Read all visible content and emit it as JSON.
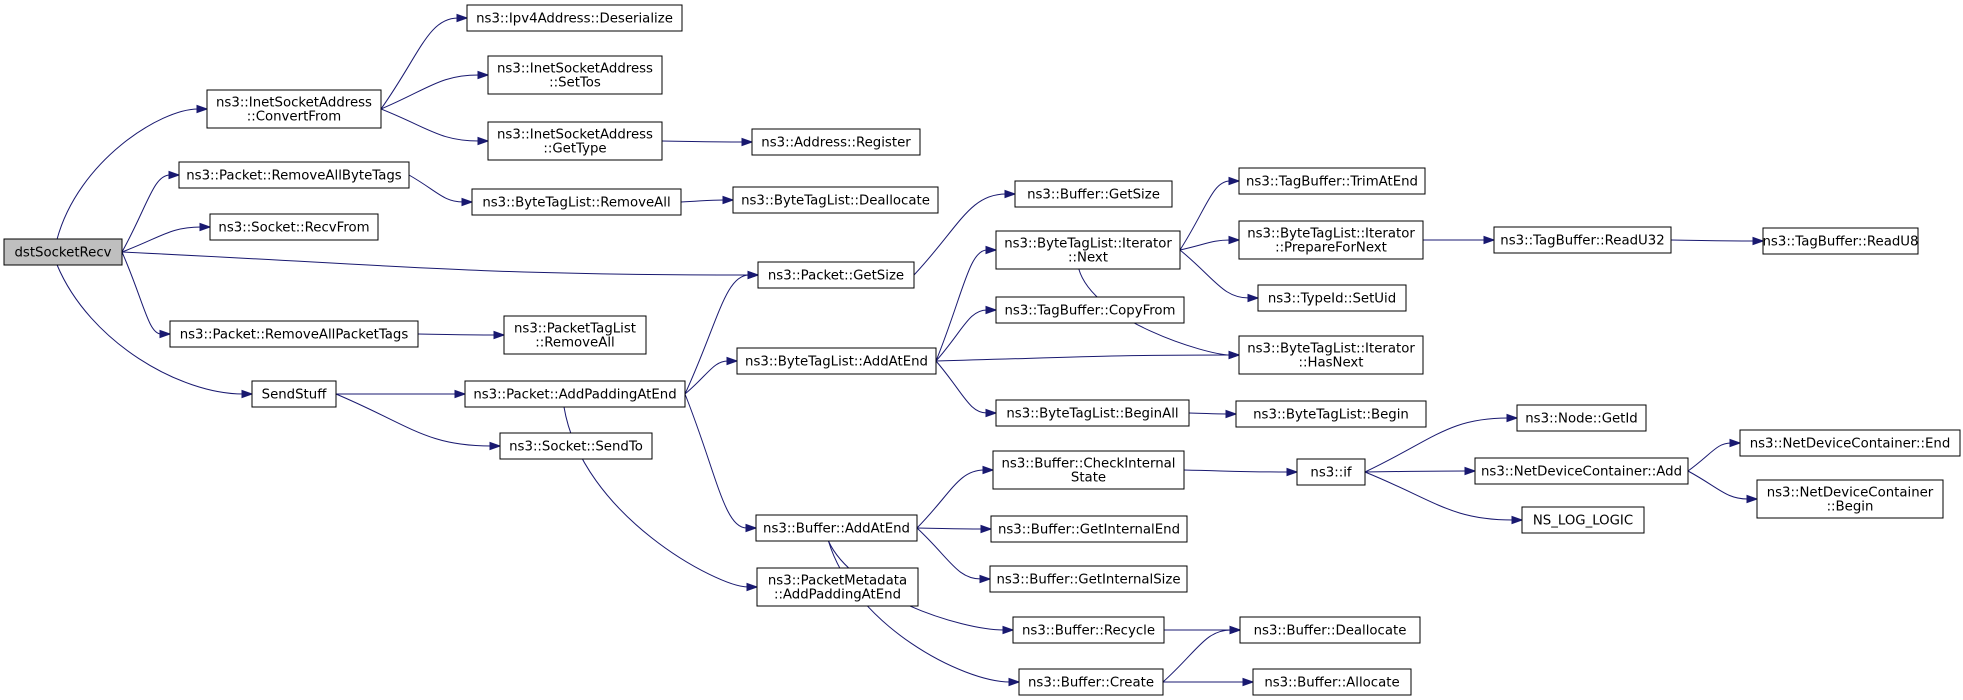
{
  "diagram": {
    "nodes": [
      {
        "id": "dstSocketRecv",
        "lines": [
          "dstSocketRecv"
        ],
        "root": true
      },
      {
        "id": "convertFrom",
        "lines": [
          "ns3::InetSocketAddress",
          "::ConvertFrom"
        ]
      },
      {
        "id": "removeAllByteTags",
        "lines": [
          "ns3::Packet::RemoveAllByteTags"
        ]
      },
      {
        "id": "recvFrom",
        "lines": [
          "ns3::Socket::RecvFrom"
        ]
      },
      {
        "id": "removeAllPacketTags",
        "lines": [
          "ns3::Packet::RemoveAllPacketTags"
        ]
      },
      {
        "id": "sendStuff",
        "lines": [
          "SendStuff"
        ]
      },
      {
        "id": "ipv4Deserialize",
        "lines": [
          "ns3::Ipv4Address::Deserialize"
        ]
      },
      {
        "id": "setTos",
        "lines": [
          "ns3::InetSocketAddress",
          "::SetTos"
        ]
      },
      {
        "id": "getType",
        "lines": [
          "ns3::InetSocketAddress",
          "::GetType"
        ]
      },
      {
        "id": "addressRegister",
        "lines": [
          "ns3::Address::Register"
        ]
      },
      {
        "id": "byteTagListRemoveAll",
        "lines": [
          "ns3::ByteTagList::RemoveAll"
        ]
      },
      {
        "id": "byteTagListDeallocate",
        "lines": [
          "ns3::ByteTagList::Deallocate"
        ]
      },
      {
        "id": "packetGetSize",
        "lines": [
          "ns3::Packet::GetSize"
        ]
      },
      {
        "id": "packetTagListRemoveAll",
        "lines": [
          "ns3::PacketTagList",
          "::RemoveAll"
        ]
      },
      {
        "id": "addPaddingAtEnd",
        "lines": [
          "ns3::Packet::AddPaddingAtEnd"
        ]
      },
      {
        "id": "socketSendTo",
        "lines": [
          "ns3::Socket::SendTo"
        ]
      },
      {
        "id": "bufferGetSize",
        "lines": [
          "ns3::Buffer::GetSize"
        ]
      },
      {
        "id": "iteratorNext",
        "lines": [
          "ns3::ByteTagList::Iterator",
          "::Next"
        ]
      },
      {
        "id": "tagBufferCopyFrom",
        "lines": [
          "ns3::TagBuffer::CopyFrom"
        ]
      },
      {
        "id": "byteTagListAddAtEnd",
        "lines": [
          "ns3::ByteTagList::AddAtEnd"
        ]
      },
      {
        "id": "byteTagListBeginAll",
        "lines": [
          "ns3::ByteTagList::BeginAll"
        ]
      },
      {
        "id": "bufferAddAtEnd",
        "lines": [
          "ns3::Buffer::AddAtEnd"
        ]
      },
      {
        "id": "packetMetadataAddPadding",
        "lines": [
          "ns3::PacketMetadata",
          "::AddPaddingAtEnd"
        ]
      },
      {
        "id": "tagBufferTrimAtEnd",
        "lines": [
          "ns3::TagBuffer::TrimAtEnd"
        ]
      },
      {
        "id": "prepareForNext",
        "lines": [
          "ns3::ByteTagList::Iterator",
          "::PrepareForNext"
        ]
      },
      {
        "id": "typeIdSetUid",
        "lines": [
          "ns3::TypeId::SetUid"
        ]
      },
      {
        "id": "iteratorHasNext",
        "lines": [
          "ns3::ByteTagList::Iterator",
          "::HasNext"
        ]
      },
      {
        "id": "byteTagListBegin",
        "lines": [
          "ns3::ByteTagList::Begin"
        ]
      },
      {
        "id": "tagBufferReadU32",
        "lines": [
          "ns3::TagBuffer::ReadU32"
        ]
      },
      {
        "id": "tagBufferReadU8",
        "lines": [
          "ns3::TagBuffer::ReadU8"
        ]
      },
      {
        "id": "checkInternalState",
        "lines": [
          "ns3::Buffer::CheckInternal",
          "State"
        ]
      },
      {
        "id": "getInternalEnd",
        "lines": [
          "ns3::Buffer::GetInternalEnd"
        ]
      },
      {
        "id": "getInternalSize",
        "lines": [
          "ns3::Buffer::GetInternalSize"
        ]
      },
      {
        "id": "bufferRecycle",
        "lines": [
          "ns3::Buffer::Recycle"
        ]
      },
      {
        "id": "bufferCreate",
        "lines": [
          "ns3::Buffer::Create"
        ]
      },
      {
        "id": "ns3If",
        "lines": [
          "ns3::if"
        ]
      },
      {
        "id": "bufferDeallocate",
        "lines": [
          "ns3::Buffer::Deallocate"
        ]
      },
      {
        "id": "bufferAllocate",
        "lines": [
          "ns3::Buffer::Allocate"
        ]
      },
      {
        "id": "nodeGetId",
        "lines": [
          "ns3::Node::GetId"
        ]
      },
      {
        "id": "ndcAdd",
        "lines": [
          "ns3::NetDeviceContainer::Add"
        ]
      },
      {
        "id": "nsLogLogic",
        "lines": [
          "NS_LOG_LOGIC"
        ]
      },
      {
        "id": "ndcEnd",
        "lines": [
          "ns3::NetDeviceContainer::End"
        ]
      },
      {
        "id": "ndcBegin",
        "lines": [
          "ns3::NetDeviceContainer",
          "::Begin"
        ]
      }
    ],
    "edges": [
      {
        "from": "dstSocketRecv",
        "to": "convertFrom"
      },
      {
        "from": "dstSocketRecv",
        "to": "removeAllByteTags"
      },
      {
        "from": "dstSocketRecv",
        "to": "recvFrom"
      },
      {
        "from": "dstSocketRecv",
        "to": "packetGetSize"
      },
      {
        "from": "dstSocketRecv",
        "to": "removeAllPacketTags"
      },
      {
        "from": "dstSocketRecv",
        "to": "sendStuff"
      },
      {
        "from": "convertFrom",
        "to": "ipv4Deserialize"
      },
      {
        "from": "convertFrom",
        "to": "setTos"
      },
      {
        "from": "convertFrom",
        "to": "getType"
      },
      {
        "from": "getType",
        "to": "addressRegister"
      },
      {
        "from": "removeAllByteTags",
        "to": "byteTagListRemoveAll"
      },
      {
        "from": "byteTagListRemoveAll",
        "to": "byteTagListDeallocate"
      },
      {
        "from": "packetGetSize",
        "to": "bufferGetSize"
      },
      {
        "from": "removeAllPacketTags",
        "to": "packetTagListRemoveAll"
      },
      {
        "from": "sendStuff",
        "to": "addPaddingAtEnd"
      },
      {
        "from": "sendStuff",
        "to": "socketSendTo"
      },
      {
        "from": "addPaddingAtEnd",
        "to": "packetGetSize"
      },
      {
        "from": "addPaddingAtEnd",
        "to": "byteTagListAddAtEnd"
      },
      {
        "from": "addPaddingAtEnd",
        "to": "bufferAddAtEnd"
      },
      {
        "from": "addPaddingAtEnd",
        "to": "packetMetadataAddPadding"
      },
      {
        "from": "byteTagListAddAtEnd",
        "to": "iteratorNext"
      },
      {
        "from": "byteTagListAddAtEnd",
        "to": "tagBufferCopyFrom"
      },
      {
        "from": "byteTagListAddAtEnd",
        "to": "iteratorHasNext"
      },
      {
        "from": "byteTagListAddAtEnd",
        "to": "byteTagListBeginAll"
      },
      {
        "from": "iteratorNext",
        "to": "tagBufferTrimAtEnd"
      },
      {
        "from": "iteratorNext",
        "to": "prepareForNext"
      },
      {
        "from": "iteratorNext",
        "to": "typeIdSetUid"
      },
      {
        "from": "iteratorNext",
        "to": "iteratorHasNext"
      },
      {
        "from": "prepareForNext",
        "to": "tagBufferReadU32"
      },
      {
        "from": "tagBufferReadU32",
        "to": "tagBufferReadU8"
      },
      {
        "from": "byteTagListBeginAll",
        "to": "byteTagListBegin"
      },
      {
        "from": "bufferAddAtEnd",
        "to": "checkInternalState"
      },
      {
        "from": "bufferAddAtEnd",
        "to": "getInternalEnd"
      },
      {
        "from": "bufferAddAtEnd",
        "to": "getInternalSize"
      },
      {
        "from": "bufferAddAtEnd",
        "to": "bufferRecycle"
      },
      {
        "from": "bufferAddAtEnd",
        "to": "bufferCreate"
      },
      {
        "from": "checkInternalState",
        "to": "ns3If"
      },
      {
        "from": "ns3If",
        "to": "nodeGetId"
      },
      {
        "from": "ns3If",
        "to": "ndcAdd"
      },
      {
        "from": "ns3If",
        "to": "nsLogLogic"
      },
      {
        "from": "ndcAdd",
        "to": "ndcEnd"
      },
      {
        "from": "ndcAdd",
        "to": "ndcBegin"
      },
      {
        "from": "bufferRecycle",
        "to": "bufferDeallocate"
      },
      {
        "from": "bufferCreate",
        "to": "bufferDeallocate"
      },
      {
        "from": "bufferCreate",
        "to": "bufferAllocate"
      }
    ]
  },
  "colors": {
    "edge": "#191970",
    "root_fill": "#bfbfbf",
    "node_fill": "#ffffff",
    "node_border": "#000000"
  }
}
